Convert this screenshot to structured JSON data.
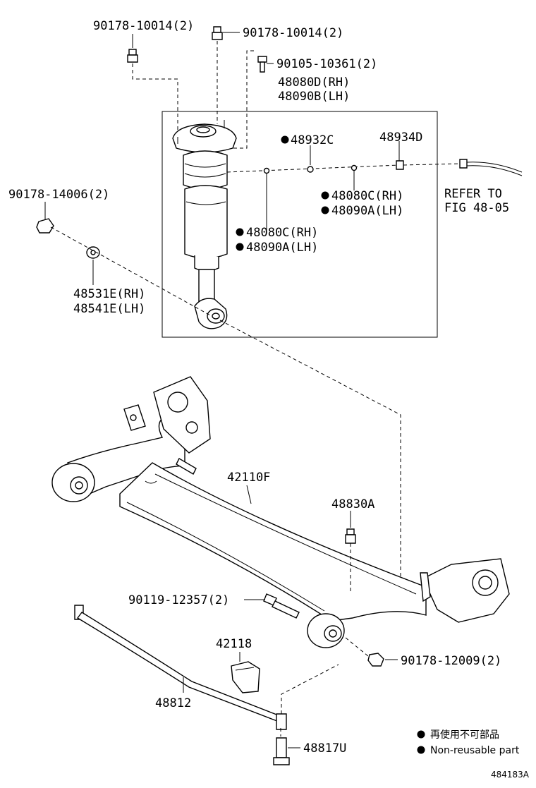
{
  "labels": {
    "p1": "90178-10014(2)",
    "p2": "90178-10014(2)",
    "p3": "90105-10361(2)",
    "p4a": "48080D(RH)",
    "p4b": "48090B(LH)",
    "p5": "48932C",
    "p6": "48934D",
    "p7a": "48080C(RH)",
    "p7b": "48090A(LH)",
    "p8a": "48080C(RH)",
    "p8b": "48090A(LH)",
    "p9": "90178-14006(2)",
    "p10a": "48531E(RH)",
    "p10b": "48541E(LH)",
    "ref_a": "REFER TO",
    "ref_b": "FIG 48-05",
    "p11": "42110F",
    "p12": "48830A",
    "p13": "90119-12357(2)",
    "p14": "42118",
    "p15": "90178-12009(2)",
    "p16": "48812",
    "p17": "48817U"
  },
  "legend": {
    "line1": "再使用不可部品",
    "line2": "Non-reusable part"
  },
  "figure_code": "484183A",
  "colors": {
    "line": "#000000",
    "background": "#ffffff"
  },
  "icons": {
    "non_reusable_marker": "filled-dot-icon"
  }
}
